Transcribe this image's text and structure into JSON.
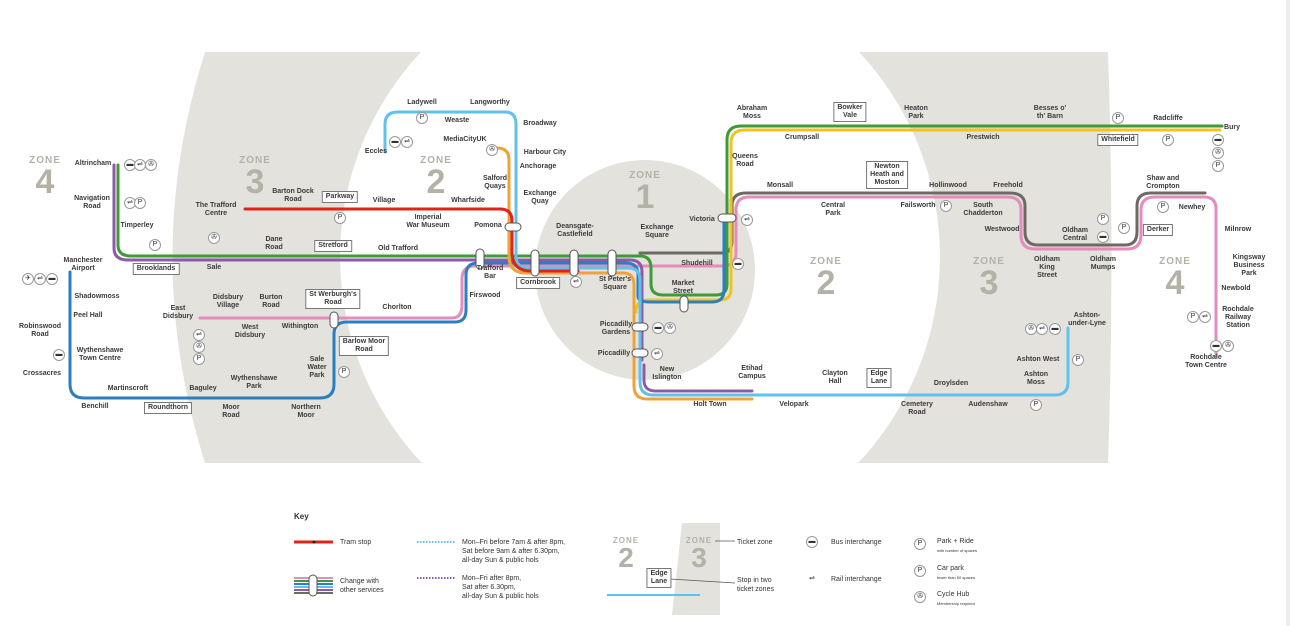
{
  "title": "Metrolink network map",
  "zones": [
    {
      "word": "ZONE",
      "num": "4"
    },
    {
      "word": "ZONE",
      "num": "3"
    },
    {
      "word": "ZONE",
      "num": "2"
    },
    {
      "word": "ZONE",
      "num": "1"
    },
    {
      "word": "ZONE",
      "num": "2"
    },
    {
      "word": "ZONE",
      "num": "3"
    },
    {
      "word": "ZONE",
      "num": "4"
    }
  ],
  "colors": {
    "zone_fill": "#e3e2dc",
    "red": "#e2231a",
    "green": "#3f9a3a",
    "purple": "#8e5aa8",
    "blue": "#2b7fc1",
    "light_blue": "#62c1ea",
    "pink": "#e68bbd",
    "yellow": "#f2c320",
    "orange": "#f0a23a",
    "grey": "#6d6a64"
  },
  "stations": [
    "Altrincham",
    "Navigation\nRoad",
    "Timperley",
    "Brooklands",
    "Sale",
    "Dane\nRoad",
    "Stretford",
    "Old Trafford",
    "The Trafford\nCentre",
    "Barton Dock\nRoad",
    "Parkway",
    "Village",
    "Imperial\nWar Museum",
    "Wharfside",
    "Pomona",
    "Eccles",
    "Ladywell",
    "Weaste",
    "Langworthy",
    "Broadway",
    "MediaCityUK",
    "Harbour City",
    "Anchorage",
    "Salford\nQuays",
    "Exchange\nQuay",
    "Trafford\nBar",
    "Firswood",
    "Cornbrook",
    "Deansgate-\nCastlefield",
    "St Peter's\nSquare",
    "Exchange\nSquare",
    "Victoria",
    "Shudehill",
    "Market\nStreet",
    "Piccadilly\nGardens",
    "Piccadilly",
    "New\nIslington",
    "Holt Town",
    "Etihad\nCampus",
    "Velopark",
    "Clayton\nHall",
    "Edge\nLane",
    "Cemetery\nRoad",
    "Droylsden",
    "Audenshaw",
    "Ashton\nMoss",
    "Ashton West",
    "Ashton-\nunder-Lyne",
    "Queens\nRoad",
    "Abraham\nMoss",
    "Crumpsall",
    "Bowker\nVale",
    "Heaton\nPark",
    "Prestwich",
    "Besses o'\nth' Barn",
    "Whitefield",
    "Radcliffe",
    "Bury",
    "Monsall",
    "Central\nPark",
    "Newton\nHeath and\nMoston",
    "Failsworth",
    "Hollinwood",
    "South\nChadderton",
    "Freehold",
    "Westwood",
    "Oldham\nCentral",
    "Oldham\nKing\nStreet",
    "Oldham\nMumps",
    "Derker",
    "Shaw and\nCrompton",
    "Newhey",
    "Milnrow",
    "Kingsway\nBusiness Park",
    "Newbold",
    "Rochdale\nRailway\nStation",
    "Rochdale\nTown Centre",
    "Manchester\nAirport",
    "Shadowmoss",
    "Peel Hall",
    "Robinswood\nRoad",
    "Wythenshawe\nTown Centre",
    "Crossacres",
    "Benchill",
    "Martinscroft",
    "Roundthorn",
    "Baguley",
    "Moor\nRoad",
    "Wythenshawe\nPark",
    "Northern\nMoor",
    "Sale\nWater\nPark",
    "Barlow Moor\nRoad",
    "St Werburgh's\nRoad",
    "Chorlton",
    "East\nDidsbury",
    "Didsbury\nVillage",
    "West\nDidsbury",
    "Burton\nRoad",
    "Withington"
  ],
  "key": {
    "heading": "Key",
    "tram_stop": "Tram stop",
    "change": "Change with\nother services",
    "early_late": "Mon–Fri before 7am & after 8pm,\nSat before 9am & after 6.30pm,\nall-day Sun & public hols",
    "evening": "Mon–Fri after 8pm,\nSat after 6.30pm,\nall-day Sun & public hols",
    "zone_a": {
      "word": "ZONE",
      "num": "2"
    },
    "zone_b": {
      "word": "ZONE",
      "num": "3"
    },
    "ticket_zone": "Ticket zone",
    "edge_lane": "Edge\nLane",
    "two_zones": "Stop in two\nticket zones",
    "bus": "Bus interchange",
    "rail": "Rail interchange",
    "park_ride": "Park + Ride",
    "park_ride_sub": "with number of spaces",
    "car_park": "Car park",
    "car_park_sub": "fewer than 50 spaces",
    "cycle_hub": "Cycle Hub",
    "cycle_hub_sub": "Membership required"
  }
}
